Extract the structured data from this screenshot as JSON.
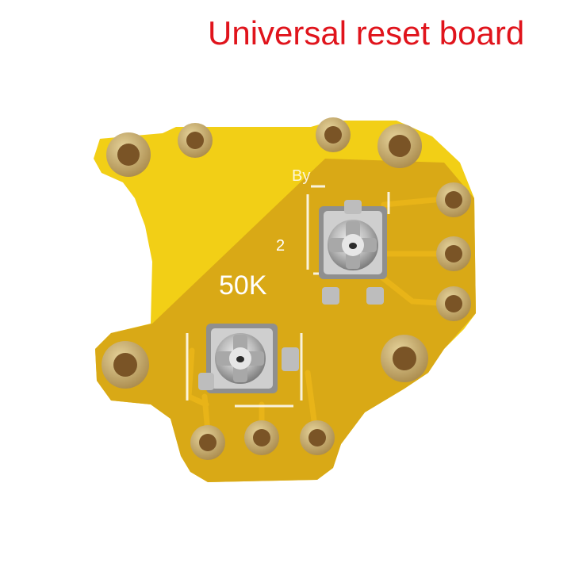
{
  "caption": {
    "text": "Universal reset board",
    "color": "#e0141c"
  },
  "board": {
    "silkscreen_resistance": "50K",
    "silkscreen_number": "2",
    "silkscreen_by": "By",
    "colors": {
      "board": "#f2cf16",
      "board_dark": "#d9a916",
      "trace": "#e8b418",
      "pad_copper": "#c7ab6e",
      "hole": "#7a5426",
      "silkscreen": "#ffffff",
      "pot_metal": "#b9b9b9"
    }
  }
}
